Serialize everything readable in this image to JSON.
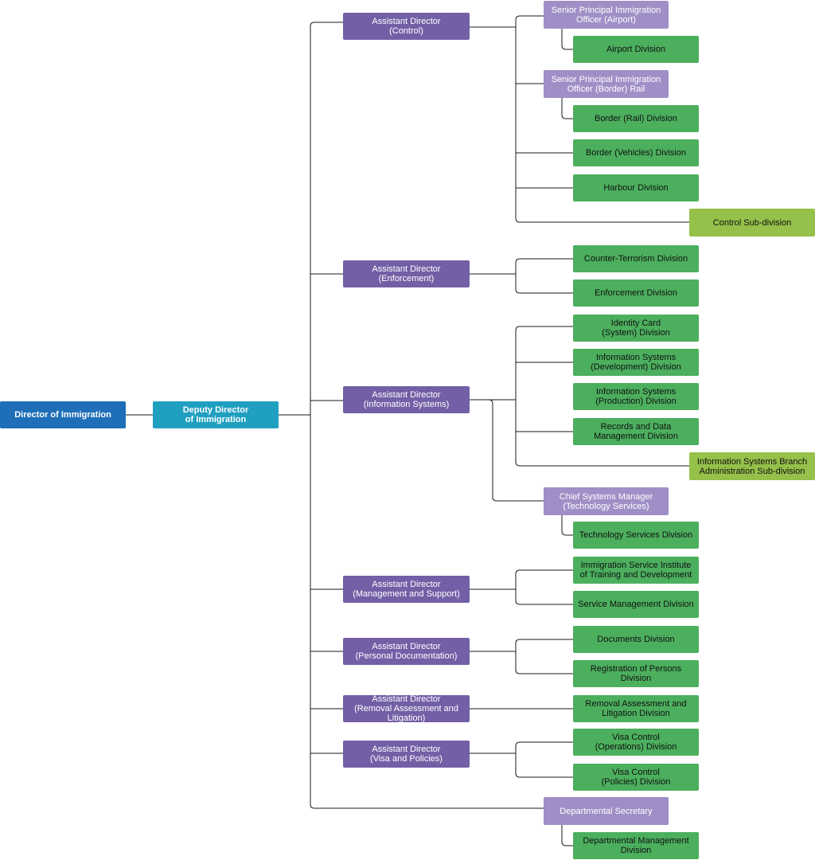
{
  "chart": {
    "title": "",
    "colors": {
      "director": "#1f6fb8",
      "deputy": "#20a0c0",
      "assistant_director": "#735fa6",
      "officer": "#a08fc6",
      "division": "#4caf5e",
      "sub_division": "#95c04a",
      "connector": "#1a1a1a"
    }
  },
  "nodes": {
    "director": "Director of Immigration",
    "deputy": "Deputy Director\nof Immigration",
    "ad_control": "Assistant Director\n(Control)",
    "spio_airport": "Senior Principal Immigration\nOfficer  (Airport)",
    "airport_div": "Airport Division",
    "spio_rail": "Senior Principal Immigration\nOfficer (Border) Rail",
    "border_rail_div": "Border (Rail) Division",
    "border_vehicles_div": "Border (Vehicles) Division",
    "harbour_div": "Harbour Division",
    "control_sub": "Control Sub-division",
    "ad_enforcement": "Assistant Director\n(Enforcement)",
    "counter_terror_div": "Counter-Terrorism Division",
    "enforcement_div": "Enforcement Division",
    "ad_infosys": "Assistant Director\n(Information Systems)",
    "id_card_div": "Identity Card\n(System) Division",
    "is_dev_div": "Information Systems\n(Development) Division",
    "is_prod_div": "Information Systems\n(Production) Division",
    "records_div": "Records and Data\nManagement Division",
    "is_admin_sub": "Information Systems Branch\nAdministration Sub-division",
    "csm": "Chief Systems Manager\n(Technology Services)",
    "tech_div": "Technology Services Division",
    "ad_mgmt": "Assistant Director\n(Management and Support)",
    "institute_div": "Immigration Service Institute\nof Training and Development",
    "service_mgmt_div": "Service Management Division",
    "ad_personal": "Assistant Director\n(Personal Documentation)",
    "documents_div": "Documents Division",
    "registration_div": "Registration of Persons\nDivision",
    "ad_removal": "Assistant Director\n(Removal Assessment and\nLitigation)",
    "removal_div": "Removal Assessment and\nLitigation Division",
    "ad_visa": "Assistant Director\n(Visa and Policies)",
    "visa_ops_div": "Visa Control\n(Operations) Division",
    "visa_pol_div": "Visa Control\n(Policies) Division",
    "dept_secretary": "Departmental Secretary",
    "dept_mgmt_div": "Departmental Management\nDivision"
  }
}
